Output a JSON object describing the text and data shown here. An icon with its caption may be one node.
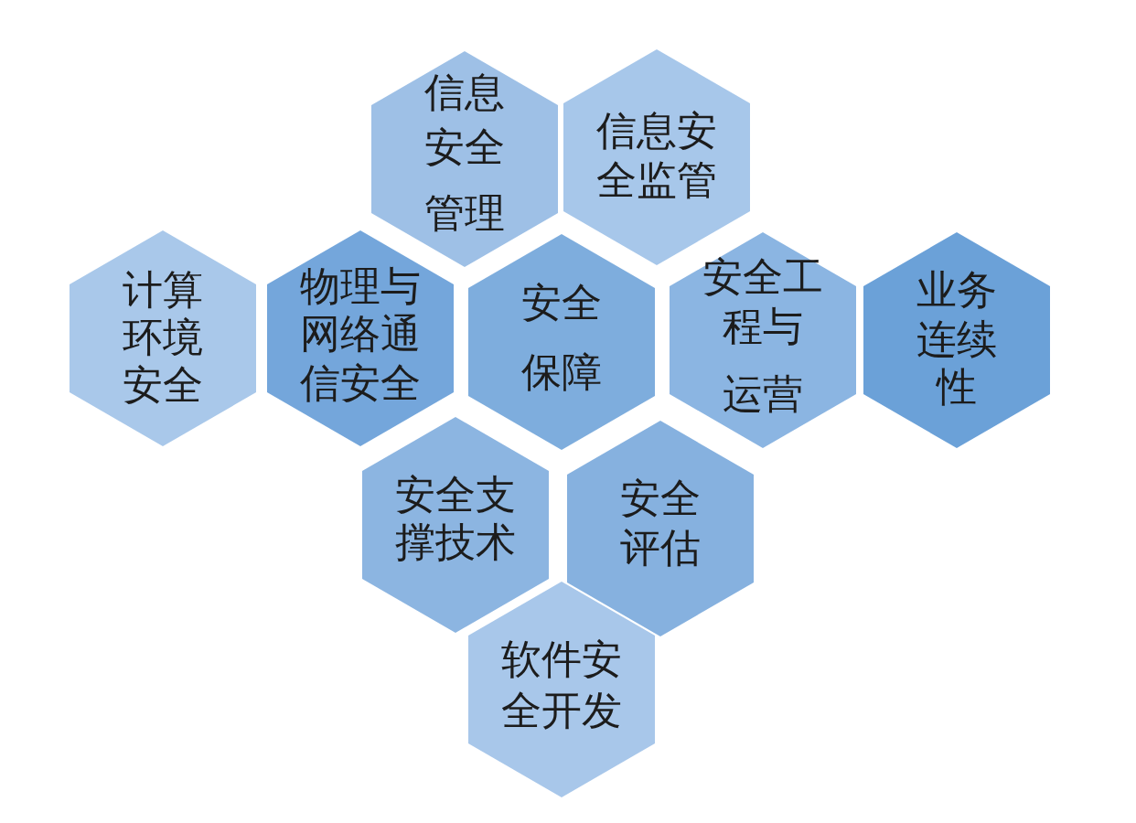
{
  "diagram": {
    "nodes": [
      {
        "text": [
          "信息安全管理"
        ]
      },
      {
        "text": [
          "信息安全监管"
        ]
      },
      {
        "text": [
          "计算环境安全"
        ]
      },
      {
        "text": [
          "物理与网络通信安全"
        ]
      },
      {
        "text": [
          "安全保障"
        ]
      },
      {
        "text": [
          "安全工程与运营"
        ]
      },
      {
        "text": [
          "业务连续性"
        ]
      },
      {
        "text": [
          "安全支撑技术"
        ]
      },
      {
        "text": [
          "安全评估"
        ]
      },
      {
        "text": [
          "软件安全开发"
        ]
      }
    ]
  }
}
